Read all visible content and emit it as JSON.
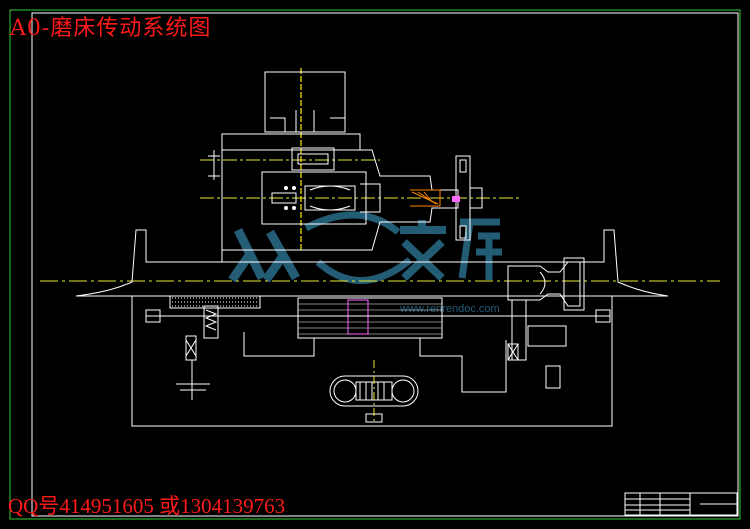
{
  "drawing": {
    "title": "A0-磨床传动系统图",
    "contact": "QQ号414951605 或1304139763"
  },
  "colors": {
    "background": "#000000",
    "lines": "#ffffff",
    "frame": "#33cc33",
    "annotation": "#ff1a1a",
    "centerline": "#e8e830",
    "accent": "#ff66ff",
    "watermark": "#2a6d8a"
  },
  "watermark": {
    "text": "人人文库",
    "url": "www.renrendoc.com"
  }
}
